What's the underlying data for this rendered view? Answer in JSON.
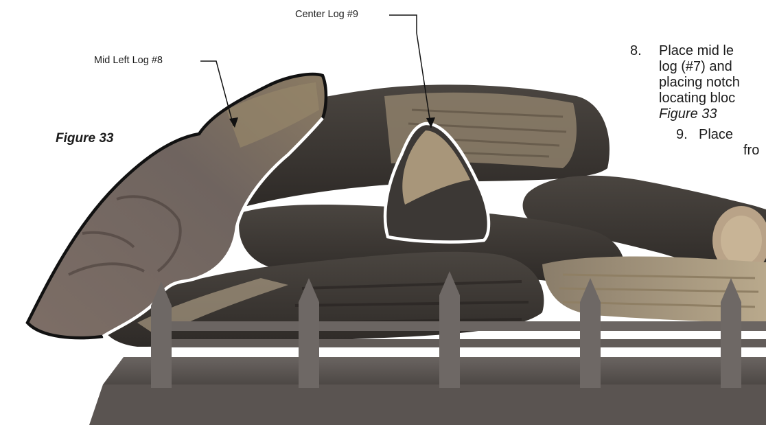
{
  "figure_label": "Figure 33",
  "callouts": {
    "center_log": "Center Log #9",
    "mid_left_log": "Mid Left Log #8"
  },
  "step8": {
    "number": "8.",
    "line1": "Place mid le",
    "line2": "log (#7) and",
    "line3": "placing notch",
    "line4": "locating bloc",
    "figure_ref": "Figure 33"
  },
  "step9": {
    "number": "9.",
    "line1": "Place",
    "line2": "fro"
  },
  "colors": {
    "log_dark": "#3f3a35",
    "log_light": "#a08f75",
    "grate": "#5f5956",
    "outline_black": "#111111",
    "outline_white": "#ffffff"
  }
}
